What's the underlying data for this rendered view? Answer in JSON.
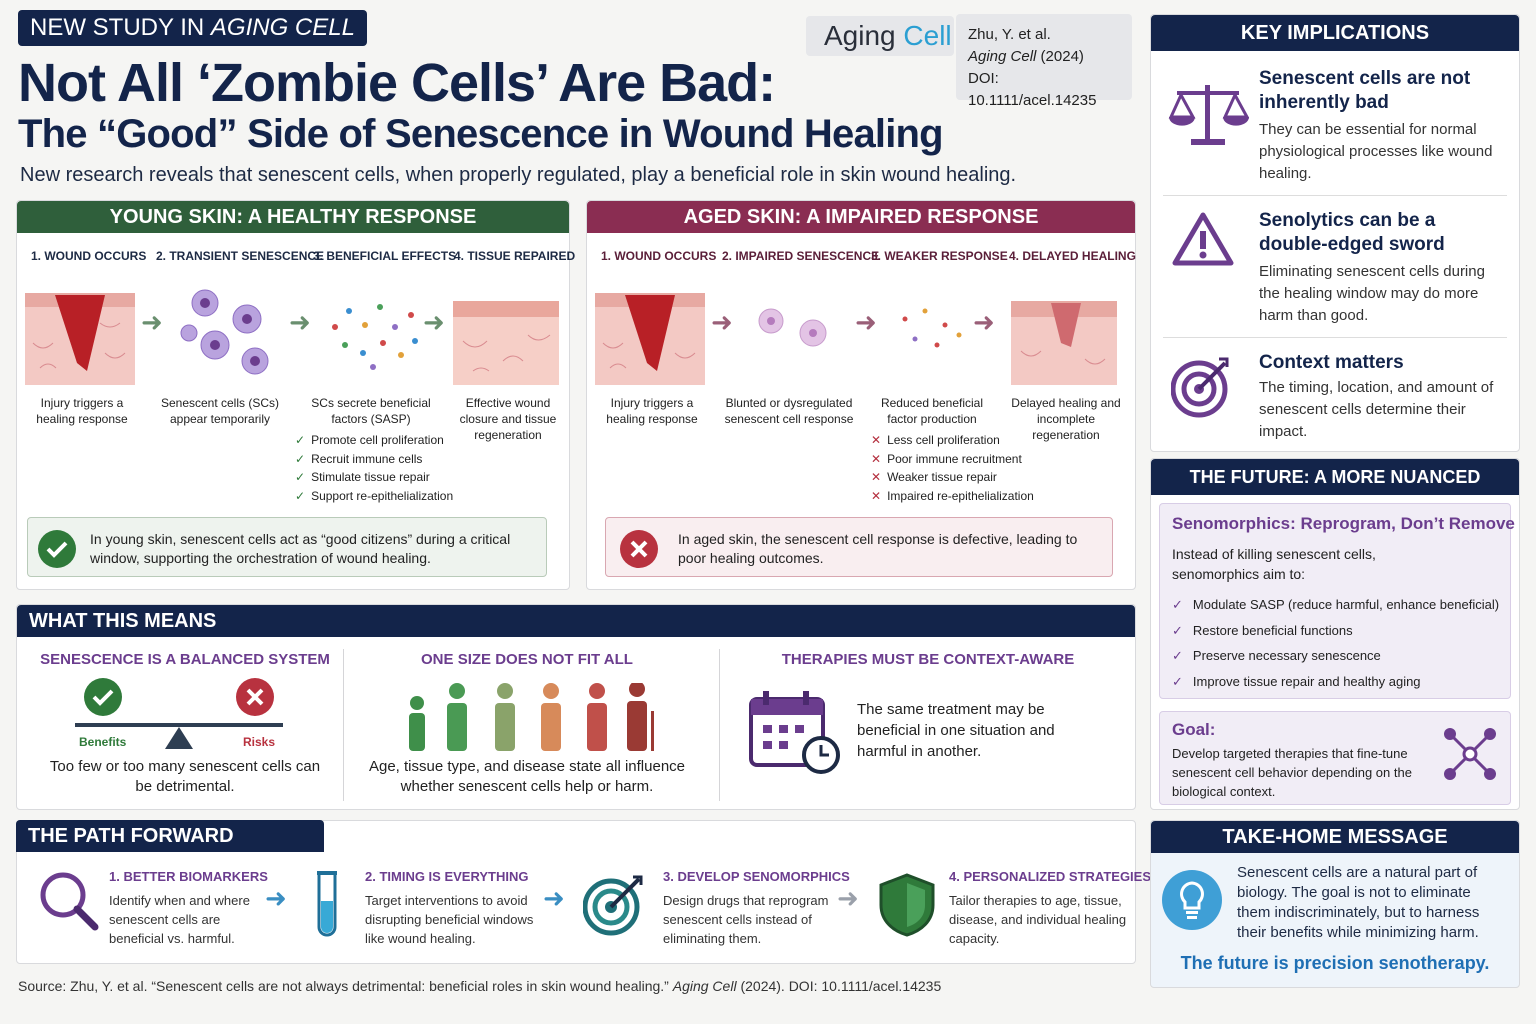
{
  "header": {
    "tag_prefix": "NEW STUDY IN ",
    "tag_journal": "AGING CELL",
    "title": "Not All ‘Zombie Cells’ Are Bad:",
    "subtitle": "The “Good” Side of Senescence in Wound Healing",
    "intro": "New research reveals that senescent cells, when properly regulated, play a beneficial role in skin wound healing.",
    "journal_logo_a": "Aging",
    "journal_logo_b": "Cell",
    "cite_authors": "Zhu, Y. et al.",
    "cite_journal": "Aging Cell",
    "cite_year": "(2024)",
    "cite_doi": "DOI: 10.1111/acel.14235"
  },
  "young": {
    "title": "YOUNG SKIN: A HEALTHY RESPONSE",
    "steps": [
      "1. WOUND OCCURS",
      "2. TRANSIENT SENESCENCE",
      "3. BENEFICIAL EFFECTS",
      "4. TISSUE REPAIRED"
    ],
    "captions": [
      "Injury triggers a healing response",
      "Senescent cells (SCs) appear temporarily",
      "SCs secrete beneficial factors (SASP)",
      "Effective wound closure and tissue regeneration"
    ],
    "effects": [
      "Promote cell proliferation",
      "Recruit immune cells",
      "Stimulate tissue repair",
      "Support re-epithelialization"
    ],
    "note": "In young skin, senescent cells act as “good citizens” during a critical window, supporting the orchestration of wound healing."
  },
  "aged": {
    "title": "AGED SKIN: A IMPAIRED RESPONSE",
    "steps": [
      "1. WOUND OCCURS",
      "2. IMPAIRED SENESCENCE",
      "3. WEAKER RESPONSE",
      "4. DELAYED HEALING"
    ],
    "captions": [
      "Injury triggers a healing response",
      "Blunted or dysregulated senescent cell response",
      "Reduced beneficial factor production",
      "Delayed healing and incomplete regeneration"
    ],
    "effects": [
      "Less cell proliferation",
      "Poor immune recruitment",
      "Weaker tissue repair",
      "Impaired re-epithelialization"
    ],
    "note": "In aged skin, the senescent cell response is defective, leading to poor healing outcomes."
  },
  "means": {
    "title": "WHAT THIS MEANS",
    "col1_title": "SENESCENCE IS A BALANCED SYSTEM",
    "col1_benefits": "Benefits",
    "col1_risks": "Risks",
    "col1_text": "Too few or too many senescent cells can be detrimental.",
    "col2_title": "ONE SIZE DOES NOT FIT ALL",
    "col2_text": "Age, tissue type, and disease state all influence whether senescent cells help or harm.",
    "col3_title": "THERAPIES MUST BE CONTEXT-AWARE",
    "col3_text": "The same treatment may be beneficial in one situation and harmful in another."
  },
  "path": {
    "title": "THE PATH FORWARD",
    "items": [
      {
        "title": "1. BETTER BIOMARKERS",
        "text": "Identify when and where senescent cells are beneficial vs. harmful."
      },
      {
        "title": "2. TIMING IS EVERYTHING",
        "text": "Target interventions to avoid disrupting beneficial windows like wound healing."
      },
      {
        "title": "3. DEVELOP SENOMORPHICS",
        "text": "Design drugs that reprogram senescent cells instead of eliminating them."
      },
      {
        "title": "4. PERSONALIZED STRATEGIES",
        "text": "Tailor therapies to age, tissue, disease, and individual healing capacity."
      }
    ]
  },
  "source": {
    "prefix": "Source: Zhu, Y. et al.  “Senescent cells are not always detrimental: beneficial roles in skin wound healing.”",
    "journal": "Aging Cell",
    "suffix": "(2024).   DOI: 10.1111/acel.14235"
  },
  "implications": {
    "title": "KEY IMPLICATIONS",
    "items": [
      {
        "title": "Senescent cells are not inherently bad",
        "text": "They can be essential for normal physiological processes like wound healing.",
        "icon": "scales-icon"
      },
      {
        "title": "Senolytics can be a double-edged sword",
        "text": "Eliminating senescent cells during the healing window may do more harm than good.",
        "icon": "warning-icon"
      },
      {
        "title": "Context matters",
        "text": "The timing, location, and amount of senescent cells determine their impact.",
        "icon": "target-icon"
      }
    ]
  },
  "future": {
    "title": "THE FUTURE: A MORE NUANCED APPROACH",
    "box_title": "Senomorphics: Reprogram, Don’t Remove",
    "box_intro": "Instead of killing senescent cells, senomorphics aim to:",
    "box_items": [
      "Modulate SASP (reduce harmful, enhance beneficial)",
      "Restore beneficial functions",
      "Preserve necessary senescence",
      "Improve tissue repair and healthy aging"
    ],
    "goal_title": "Goal:",
    "goal_text": "Develop targeted therapies that fine-tune senescent cell behavior depending on the biological context."
  },
  "takehome": {
    "title": "TAKE-HOME MESSAGE",
    "text": "Senescent cells are a natural part of biology. The goal is not to eliminate them indiscriminately, but to harness their benefits while minimizing harm.",
    "tagline": "The future is precision senotherapy."
  },
  "colors": {
    "navy": "#13244a",
    "young_green": "#2f5f3b",
    "aged_maroon": "#8a2d52",
    "purple": "#6b3d8e"
  }
}
